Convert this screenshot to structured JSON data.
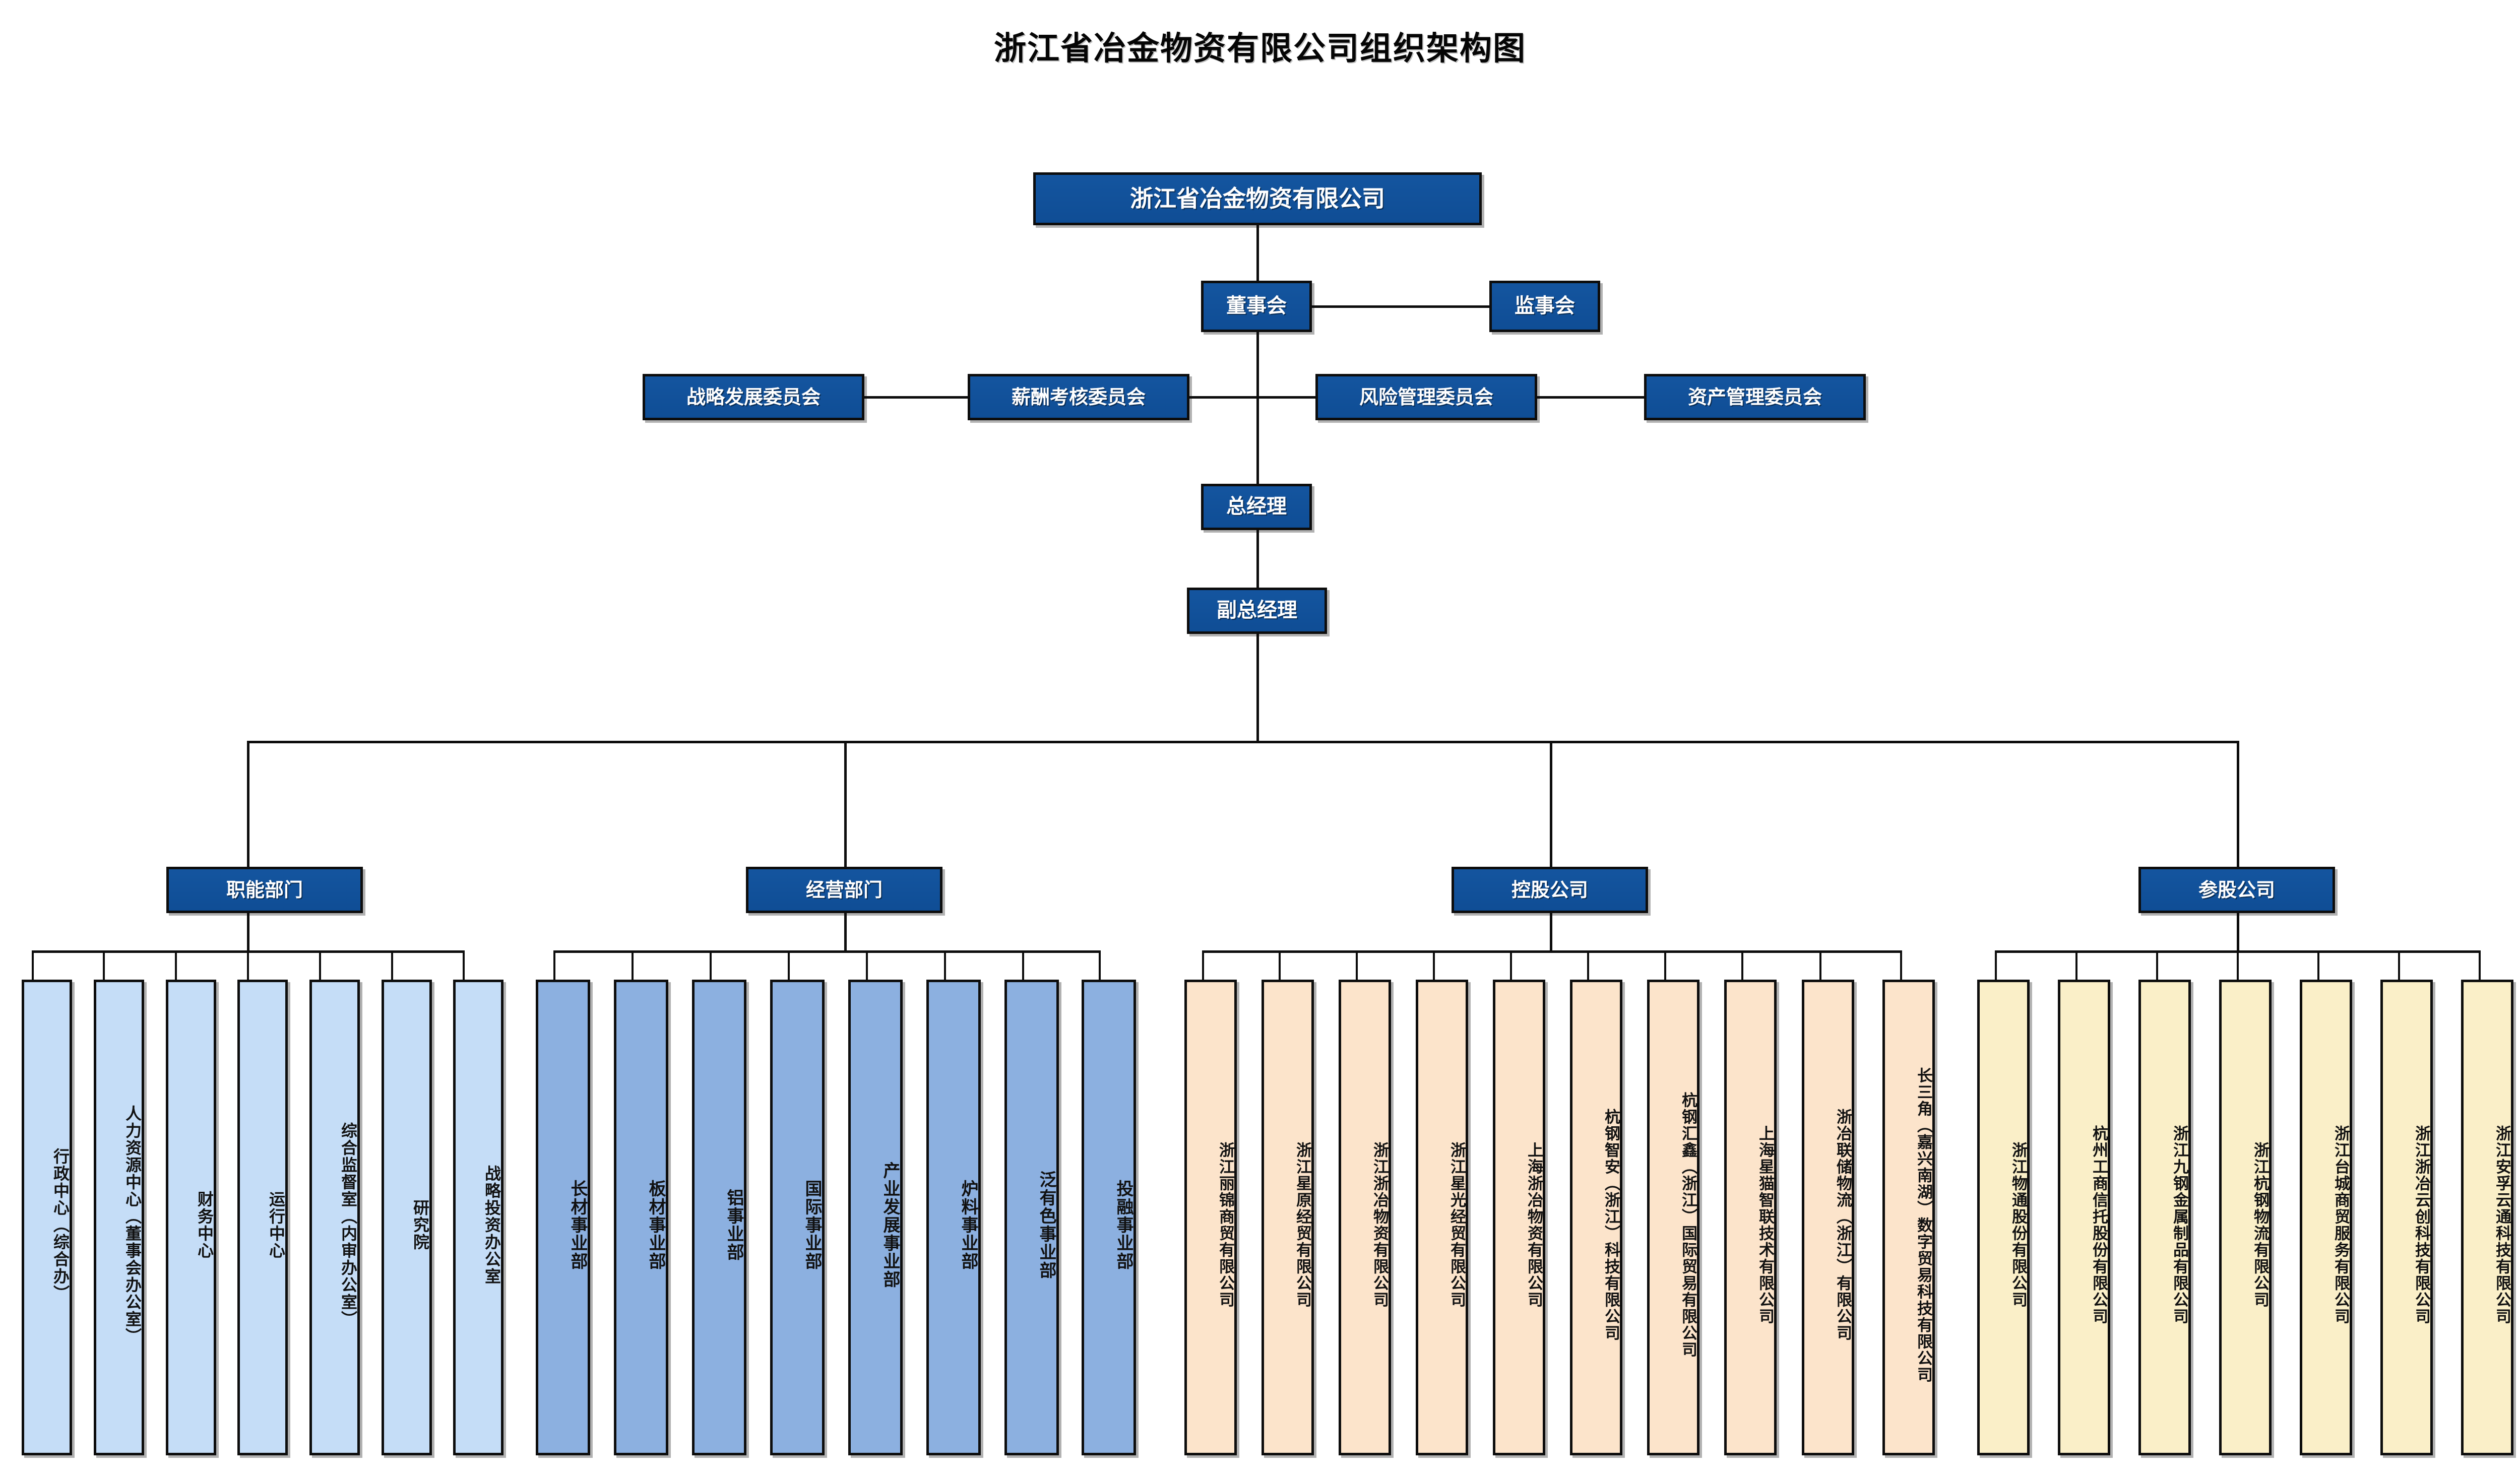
{
  "title": "浙江省冶金物资有限公司组织架构图",
  "colors": {
    "header_blue": "#1253a0",
    "functional_dept": "#c5ddf7",
    "business_dept": "#8cb0e0",
    "holding_company": "#fce4cb",
    "participating_company": "#faefc8",
    "border": "#0d0d0d",
    "background": "#ffffff"
  },
  "top": {
    "company": "浙江省冶金物资有限公司",
    "board": "董事会",
    "supervisors": "监事会",
    "general_manager": "总经理",
    "deputy_general_manager": "副总经理"
  },
  "committees": [
    "战略发展委员会",
    "薪酬考核委员会",
    "风险管理委员会",
    "资产管理委员会"
  ],
  "groups": {
    "functional": {
      "header": "职能部门",
      "items": [
        "行政中心（综合办）",
        "人力资源中心（董事会办公室）",
        "财务中心",
        "运行中心",
        "综合监督室（内审办公室）",
        "研究院",
        "战略投资办公室"
      ]
    },
    "business": {
      "header": "经营部门",
      "items": [
        "长材事业部",
        "板材事业部",
        "铝事业部",
        "国际事业部",
        "产业发展事业部",
        "炉料事业部",
        "泛有色事业部",
        "投融事业部"
      ]
    },
    "holding": {
      "header": "控股公司",
      "items": [
        "浙江丽锦商贸有限公司",
        "浙江星原经贸有限公司",
        "浙江浙冶物资有限公司",
        "浙江星光经贸有限公司",
        "上海浙冶物资有限公司",
        "杭钢智安（浙江）科技有限公司",
        "杭钢汇鑫（浙江）国际贸易有限公司",
        "上海星猫智联技术有限公司",
        "浙冶联储物流（浙江）有限公司",
        "长三角（嘉兴南湖）数字贸易科技有限公司"
      ]
    },
    "participating": {
      "header": "参股公司",
      "items": [
        "浙江物通股份有限公司",
        "杭州工商信托股份有限公司",
        "浙江九钢金属制品有限公司",
        "浙江杭钢物流有限公司",
        "浙江台城商贸服务有限公司",
        "浙江浙冶云创科技有限公司",
        "浙江安孚云通科技有限公司"
      ]
    }
  }
}
